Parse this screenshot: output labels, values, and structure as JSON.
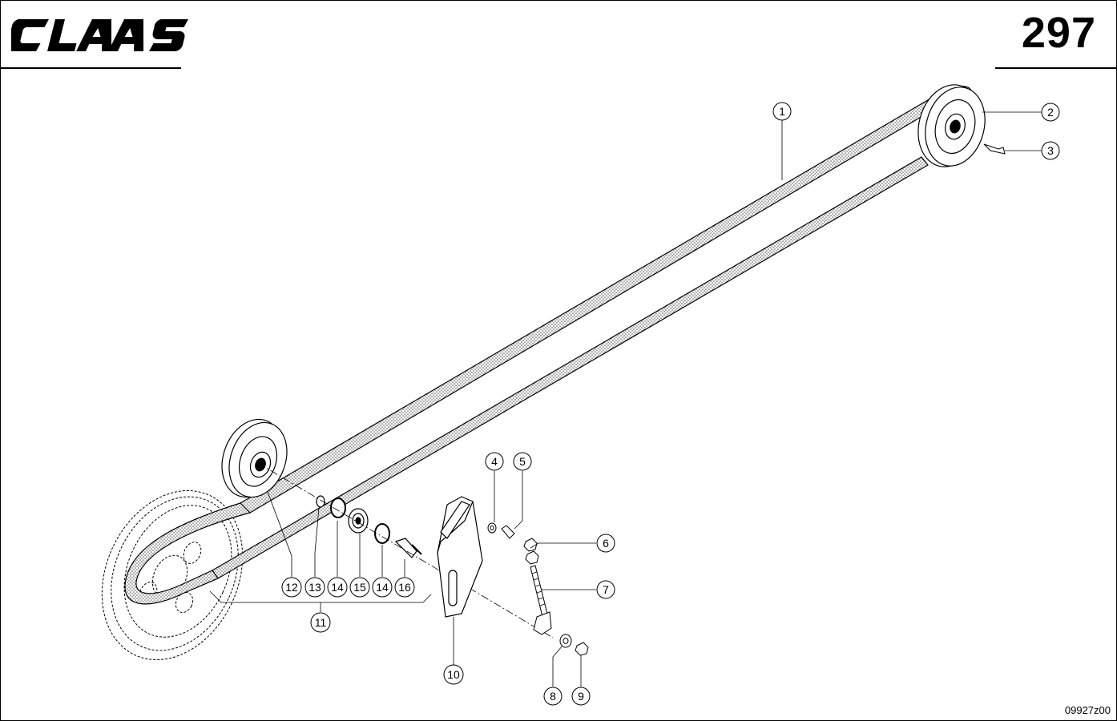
{
  "header": {
    "brand": "CLAAS",
    "page_number": "297"
  },
  "footer": {
    "drawing_code": "09927z00"
  },
  "callouts": [
    "1",
    "2",
    "3",
    "4",
    "5",
    "6",
    "7",
    "8",
    "9",
    "10",
    "11",
    "12",
    "13",
    "14",
    "14",
    "15",
    "16"
  ],
  "colors": {
    "ink": "#000000",
    "paper": "#ffffff",
    "belt_fill": "#bdbdbd"
  }
}
